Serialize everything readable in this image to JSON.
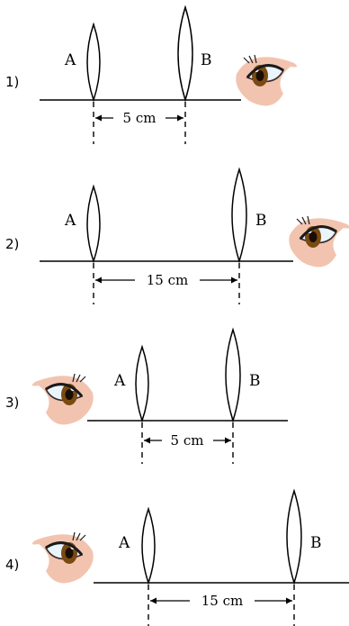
{
  "panels": [
    {
      "number": "1)",
      "lens_a_label": "A",
      "lens_b_label": "B",
      "separation_label": "5 cm",
      "eye_side": "right"
    },
    {
      "number": "2)",
      "lens_a_label": "A",
      "lens_b_label": "B",
      "separation_label": "15 cm",
      "eye_side": "right"
    },
    {
      "number": "3)",
      "lens_a_label": "A",
      "lens_b_label": "B",
      "separation_label": "5 cm",
      "eye_side": "left"
    },
    {
      "number": "4)",
      "lens_a_label": "A",
      "lens_b_label": "B",
      "separation_label": "15 cm",
      "eye_side": "left"
    }
  ],
  "colors": {
    "ink": "#000000",
    "iris": "#7a4a12",
    "skin": "#f2c4b0",
    "eye_white": "#eaf4fb"
  }
}
